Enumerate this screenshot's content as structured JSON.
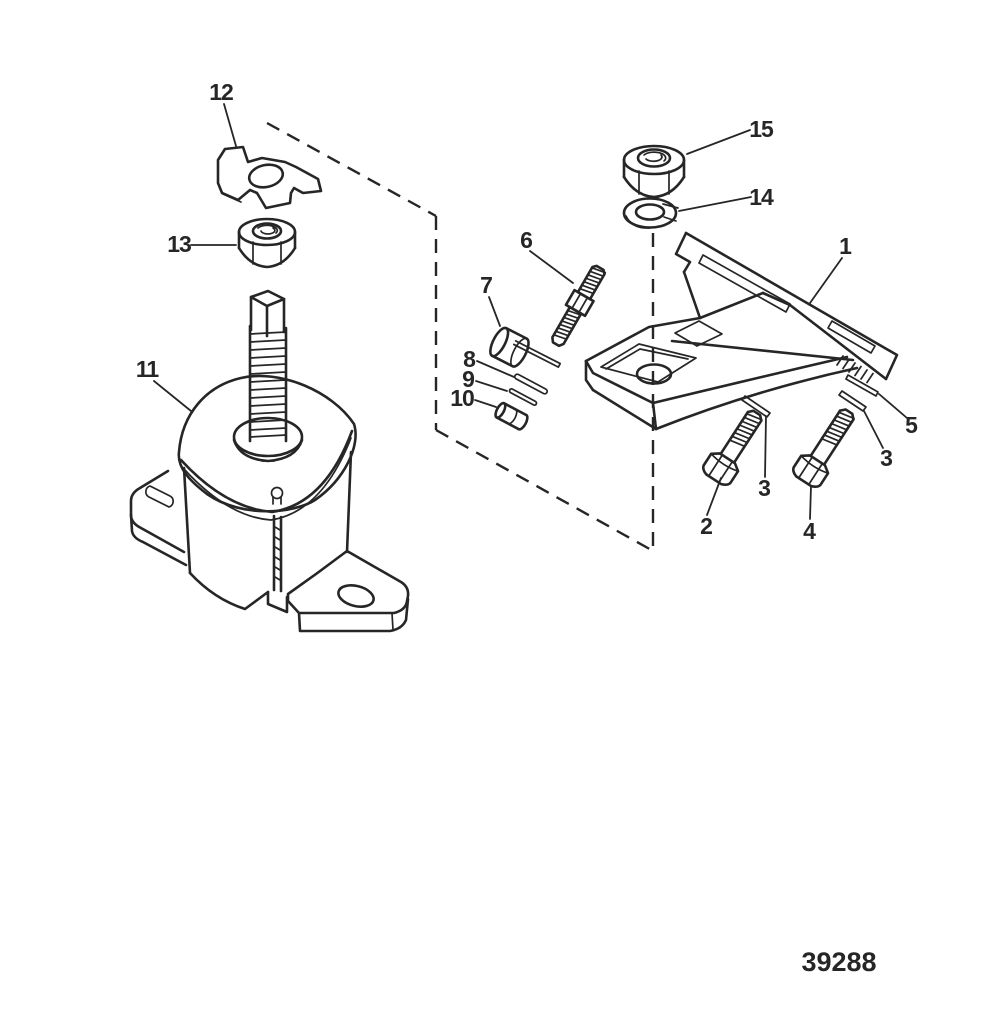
{
  "figure": {
    "background_color": "#ffffff",
    "line_color": "#262626",
    "drawing_number": "39288"
  },
  "callouts": {
    "p1": "1",
    "p2": "2",
    "p3a": "3",
    "p3b": "3",
    "p4": "4",
    "p5": "5",
    "p6": "6",
    "p7": "7",
    "p8": "8",
    "p9": "9",
    "p10": "10",
    "p11": "11",
    "p12": "12",
    "p13": "13",
    "p14": "14",
    "p15": "15"
  }
}
